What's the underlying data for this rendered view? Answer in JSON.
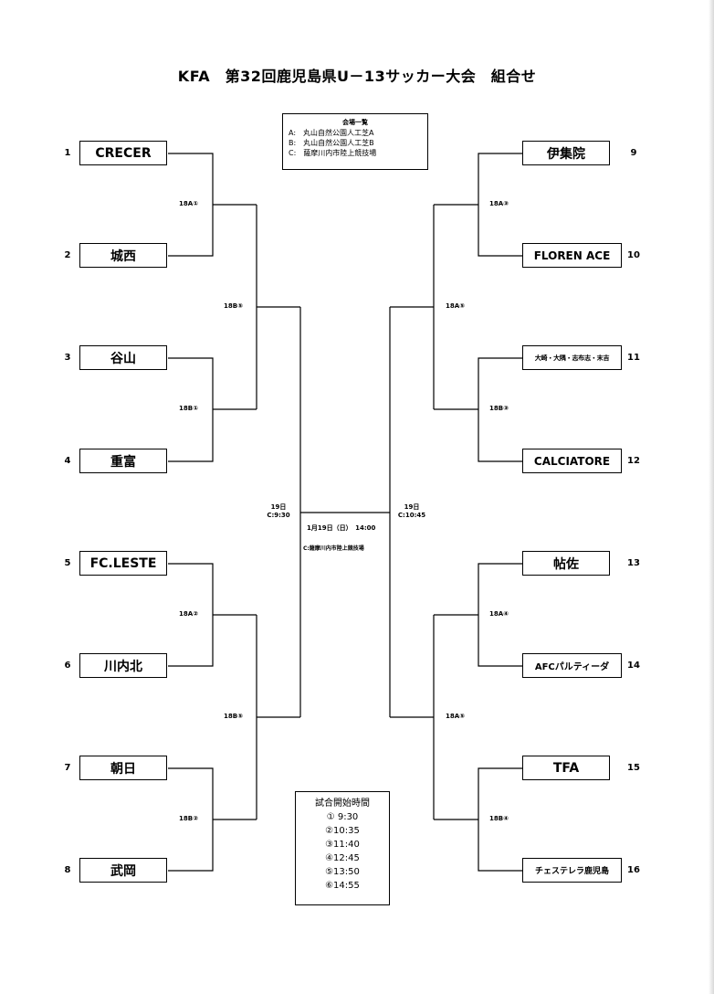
{
  "title": "KFA　第32回鹿児島県U－13サッカー大会　組合せ",
  "venues": {
    "title": "会場一覧",
    "items": [
      "A:　丸山自然公園人工芝A",
      "B:　丸山自然公園人工芝B",
      "C:　薩摩川内市陸上競技場"
    ]
  },
  "teams": [
    {
      "seed": "1",
      "name": "CRECER"
    },
    {
      "seed": "2",
      "name": "城西"
    },
    {
      "seed": "3",
      "name": "谷山"
    },
    {
      "seed": "4",
      "name": "重富"
    },
    {
      "seed": "5",
      "name": "FC.LESTE"
    },
    {
      "seed": "6",
      "name": "川内北"
    },
    {
      "seed": "7",
      "name": "朝日"
    },
    {
      "seed": "8",
      "name": "武岡"
    },
    {
      "seed": "9",
      "name": "伊集院"
    },
    {
      "seed": "10",
      "name": "FLOREN ACE"
    },
    {
      "seed": "11",
      "name": "大崎・大隅・志布志・末吉"
    },
    {
      "seed": "12",
      "name": "CALCIATORE"
    },
    {
      "seed": "13",
      "name": "帖佐"
    },
    {
      "seed": "14",
      "name": "AFCパルティーダ"
    },
    {
      "seed": "15",
      "name": "TFA"
    },
    {
      "seed": "16",
      "name": "チェステレラ鹿児島"
    }
  ],
  "match_labels": {
    "l_r1_1": "18A①",
    "l_r1_2": "18B①",
    "l_r1_3": "18A②",
    "l_r1_4": "18B②",
    "l_r2_1": "18B⑤",
    "l_r2_2": "18B⑤",
    "r_r1_1": "18A③",
    "r_r1_2": "18B③",
    "r_r1_3": "18A④",
    "r_r1_4": "18B④",
    "r_r2_1": "18A⑤",
    "r_r2_2": "18A⑤"
  },
  "semifinals": {
    "left": {
      "date": "19日",
      "time": "C:9:30"
    },
    "right": {
      "date": "19日",
      "time": "C:10:45"
    }
  },
  "final": {
    "datetime": "1月19日（日）　14:00",
    "venue": "C:薩摩川内市陸上競技場"
  },
  "start_times": {
    "title": "試合開始時間",
    "items": [
      "①  9:30",
      "②10:35",
      "③11:40",
      "④12:45",
      "⑤13:50",
      "⑥14:55"
    ]
  }
}
